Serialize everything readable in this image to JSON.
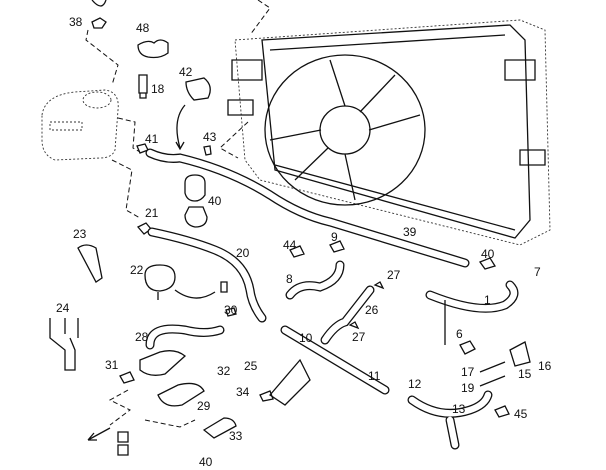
{
  "diagram": {
    "type": "exploded parts diagram",
    "labels": [
      "38",
      "48",
      "42",
      "18",
      "41",
      "43",
      "40",
      "21",
      "23",
      "22",
      "20",
      "44",
      "9",
      "39",
      "40",
      "7",
      "8",
      "27",
      "1",
      "24",
      "30",
      "26",
      "27",
      "10",
      "6",
      "28",
      "31",
      "32",
      "25",
      "17",
      "15",
      "16",
      "19",
      "11",
      "12",
      "34",
      "29",
      "13",
      "45",
      "33",
      "40"
    ]
  }
}
